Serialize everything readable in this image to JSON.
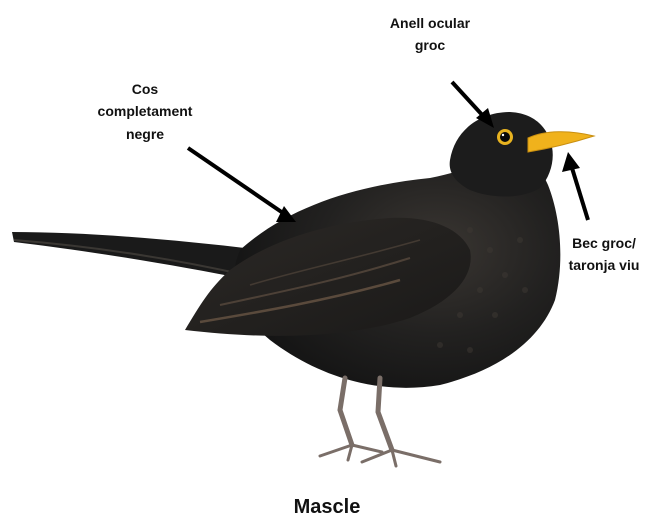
{
  "annotations": {
    "eye_ring": {
      "line1": "Anell ocular",
      "line2": "groc"
    },
    "body": {
      "line1": "Cos",
      "line2": "completament",
      "line3": "negre"
    },
    "beak": {
      "line1": "Bec groc/",
      "line2": "taronja viu"
    }
  },
  "caption": "Mascle",
  "colors": {
    "plumage": "#1c1c1c",
    "plumage_highlight": "#3a3530",
    "wing_edge": "#5a4a3c",
    "beak": "#f0b21c",
    "eye_ring": "#e8b320",
    "legs": "#7a6e68",
    "arrow": "#000000"
  }
}
